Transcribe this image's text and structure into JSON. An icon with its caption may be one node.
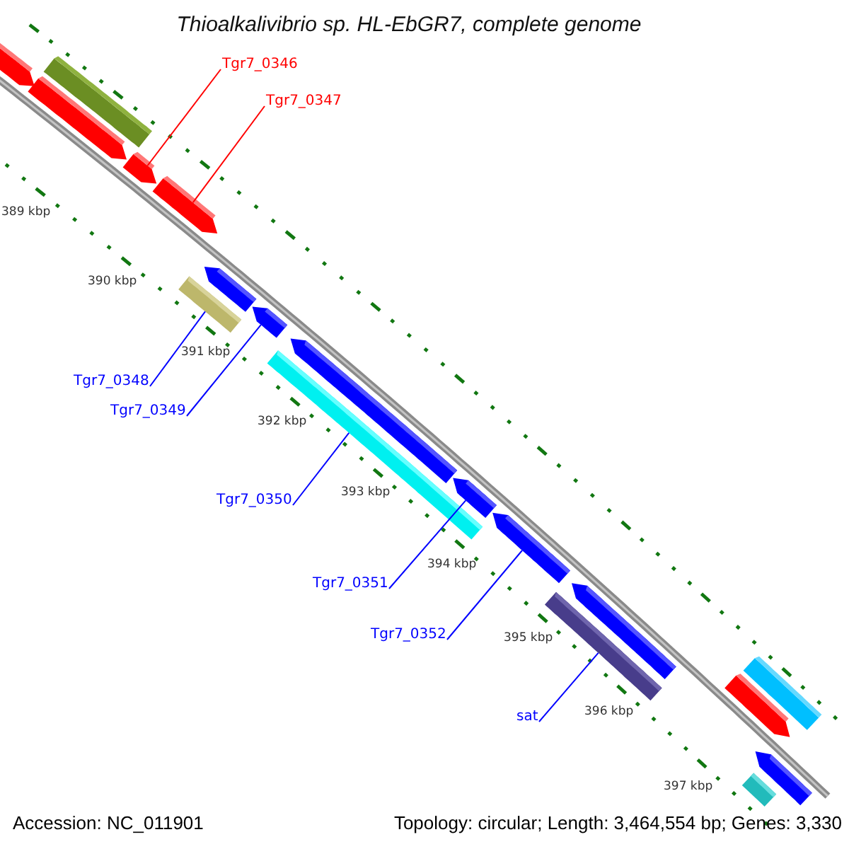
{
  "diagram": {
    "title": "Thioalkalivibrio sp. HL-EbGR7, complete genome",
    "nodes": [
      {
        "text": [
          "Tgr7_0346"
        ]
      },
      {
        "text": [
          "Tgr7_0347"
        ]
      },
      {
        "text": [
          "Tgr7_0348"
        ]
      },
      {
        "text": [
          "Tgr7_0349"
        ]
      },
      {
        "text": [
          "Tgr7_0350"
        ]
      },
      {
        "text": [
          "Tgr7_0351"
        ]
      },
      {
        "text": [
          "Tgr7_0352"
        ]
      },
      {
        "text": [
          "sat"
        ]
      },
      {
        "text": [],
        "shape": "bar"
      },
      {
        "text": [],
        "shape": "bar"
      },
      {
        "text": [],
        "shape": "bar"
      },
      {
        "text": [],
        "shape": "bar"
      },
      {
        "text": [],
        "shape": "bar"
      },
      {
        "text": [],
        "shape": "bar"
      },
      {
        "text": [],
        "shape": "bar"
      },
      {
        "text": [],
        "shape": "bar"
      },
      {
        "text": [],
        "shape": "bar"
      },
      {
        "text": [],
        "shape": "bar"
      },
      {
        "text": [],
        "shape": "bar"
      },
      {
        "text": [],
        "shape": "bar"
      },
      {
        "text": [],
        "shape": "bar"
      },
      {
        "text": [],
        "shape": "bar"
      },
      {
        "text": [],
        "shape": "bar"
      },
      {
        "text": [],
        "shape": "bar"
      },
      {
        "text": [],
        "shape": "bar"
      },
      {
        "text": [],
        "shape": "bar"
      }
    ],
    "edges": [
      {
        "from": 0,
        "to": 11,
        "arrow": "none",
        "color": "#ff0000"
      },
      {
        "from": 1,
        "to": 12,
        "arrow": "none",
        "color": "#ff0000"
      },
      {
        "from": 2,
        "to": 13,
        "arrow": "none"
      },
      {
        "from": 3,
        "to": 15,
        "arrow": "none"
      },
      {
        "from": 4,
        "to": 16,
        "arrow": "none"
      },
      {
        "from": 5,
        "to": 18,
        "arrow": "none"
      },
      {
        "from": 6,
        "to": 19,
        "arrow": "none"
      },
      {
        "from": 7,
        "to": 20,
        "arrow": "none"
      }
    ],
    "labels": [
      "389 kbp",
      "390 kbp",
      "391 kbp",
      "392 kbp",
      "393 kbp",
      "394 kbp",
      "395 kbp",
      "396 kbp",
      "397 kbp",
      "Accession: NC_011901",
      "Topology: circular; Length: 3,464,554 bp; Genes: 3,330"
    ]
  }
}
